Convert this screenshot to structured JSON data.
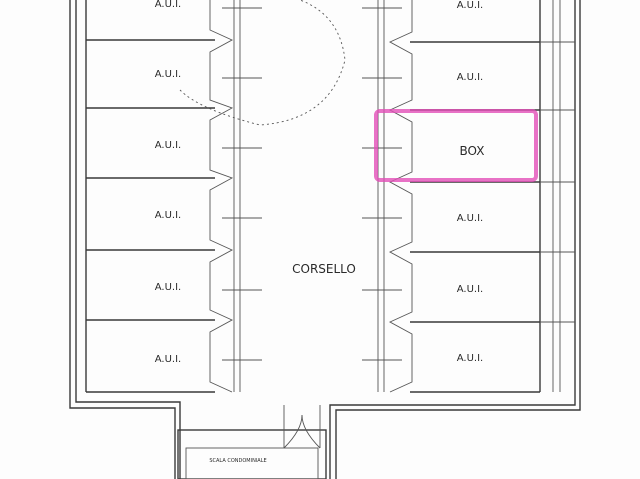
{
  "plan": {
    "left_units": [
      "A.U.I.",
      "A.U.I.",
      "A.U.I.",
      "A.U.I.",
      "A.U.I.",
      "A.U.I."
    ],
    "right_units": [
      "A.U.I.",
      "A.U.I.",
      "BOX",
      "A.U.I.",
      "A.U.I.",
      "A.U.I."
    ],
    "corridor_label": "CORSELLO",
    "stair_label": "SCALA CONDOMINIALE",
    "highlighted_unit": "BOX",
    "highlight_color": "#e24fb8"
  }
}
